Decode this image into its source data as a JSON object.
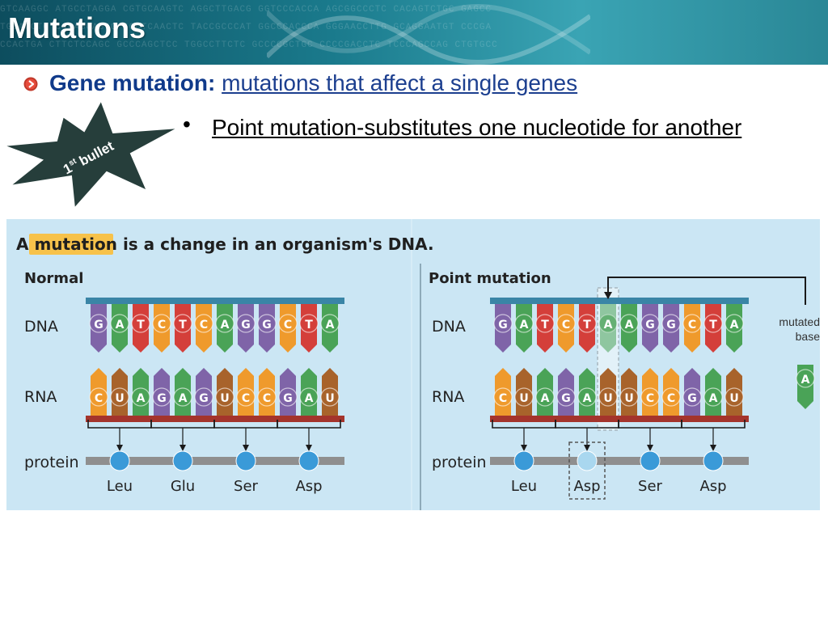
{
  "slide": {
    "title": "Mutations",
    "bullet_term": "Gene mutation:",
    "bullet_definition": "mutations that affect a single genes",
    "sub_bullet_marker": "•",
    "sub_bullet": "Point mutation-substitutes one nucleotide for another",
    "starburst": {
      "number": "1",
      "superscript": "st",
      "word": "bullet"
    },
    "header_sequence": [
      "GTCAAGGC ATGCCTAGGA CGTGCAAGTC AGGCTTGACG GGTCCCACCA AGCGGCCCTC CACAGTCTGC GAGCC",
      "TGCAGCTG CCCAGCAGTG GCCTCAACTC TACCGCCCAT GGCCCACCCA GGGAACCTTG GCAGGAATGT CCCGA",
      "CCACTGA CTTCTCCAGC GCCCAGCTCC TGGCCTTCTC GCCCCGCTGC CCCCGACCTC TCCCAGCCAG CTGTGCC"
    ]
  },
  "figure": {
    "heading_pre": "A ",
    "heading_highlight": "mutation",
    "heading_post": " is a change in an organism's DNA.",
    "normal": {
      "label": "Normal",
      "row_labels": {
        "dna": "DNA",
        "rna": "RNA",
        "protein": "protein"
      },
      "dna": [
        "G",
        "A",
        "T",
        "C",
        "T",
        "C",
        "A",
        "G",
        "G",
        "C",
        "T",
        "A"
      ],
      "rna": [
        "C",
        "U",
        "A",
        "G",
        "A",
        "G",
        "U",
        "C",
        "C",
        "G",
        "A",
        "U"
      ],
      "amino_acids": [
        "Leu",
        "Glu",
        "Ser",
        "Asp"
      ]
    },
    "mutant": {
      "label": "Point mutation",
      "row_labels": {
        "dna": "DNA",
        "rna": "RNA",
        "protein": "protein"
      },
      "dna": [
        "G",
        "A",
        "T",
        "C",
        "T",
        "A",
        "A",
        "G",
        "G",
        "C",
        "T",
        "A"
      ],
      "rna": [
        "C",
        "U",
        "A",
        "G",
        "A",
        "U",
        "U",
        "C",
        "C",
        "G",
        "A",
        "U"
      ],
      "amino_acids": [
        "Leu",
        "Asp",
        "Ser",
        "Asp"
      ],
      "mutated_index": 5,
      "changed_amino_index": 1,
      "loose_base": "A",
      "mutated_label": "mutated base"
    }
  },
  "colors": {
    "A": "#4aa357",
    "T": "#d43f3a",
    "G": "#7f64a8",
    "C": "#ef9a2c",
    "U": "#a8632b",
    "panel": "#cbe6f4",
    "dna_backbone": "#3a85a6",
    "rna_backbone": "#a4342c",
    "protein_track": "#8f8f8f",
    "amino_ball": "#3a9ad8",
    "highlight": "#f7c24a",
    "title_text": "#153a84"
  }
}
